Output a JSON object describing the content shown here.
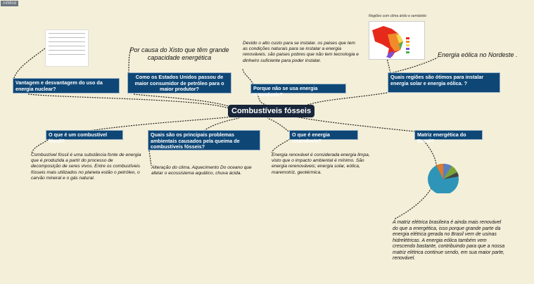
{
  "app": {
    "logo": "miMind"
  },
  "center": {
    "label": "Combustíveis fósseis"
  },
  "nodes": {
    "nuclear": "Vantagem e desvantagem do uso da energia nuclear?",
    "usa": "Como os Estados Unidos passou de maior consumidor de petróleo para o maior produtor?",
    "renov_why": "Porque não se usa energia renováveis?",
    "regions": "Quais regiões são ótimos para instalar energia solar e energia eólica. ?",
    "fossil": "O que é um combustível fóssil?",
    "problems": "Quais são os principais problemas ambientais causados pela queima de combustíveis fósseis?",
    "renov_what": "O que é energia renováveis?",
    "matrix": "Matriz energética do Brasil?"
  },
  "notes": {
    "xisto": "Por causa do Xisto que têm grande capacidade energética",
    "devido": "Devido o alto custo para se instalar. os paises que tem as condições naturais para se instalar a energia renováveis. são paises pobres que não tem tecnologia e dinheiro suficiente para poder instalar.",
    "map_caption": "Regiões com clima árido e semiárido",
    "nordeste": "Energia eólica no Nordeste .",
    "fossil_def": "Combustível fóssil é uma substância fonte de energia que é produzida a partir do processo de decomposição de seres vivos. Entre os combustíveis fósseis mais utilizados no planeta estão o petróleo, o carvão mineral e o gás natural.",
    "problems_ans": "Alteração do clima. Aquecimento Do oceano que afetar o ecossistema aquático, chuva ácida.",
    "renov_def": "Energia renovável é considerada energia limpa, visto que o impacto ambiental é mínimo. São energia rerenováveis;  energia solar, eólica, maremotriz, geotérmica.",
    "matrix_ans": "A matriz elétrica brasileira é ainda mais renovável do que a energética, isso porque grande parte da energia elétrica gerada no Brasil vem de usinas hidrelétricas. A energia eólica também vem crescendo bastante, contribuindo para que a nossa matriz elétrica continue sendo, em sua maior parte, renovável."
  },
  "colors": {
    "node": "#0e4776",
    "center": "#18263a",
    "background": "#f4efd8"
  }
}
